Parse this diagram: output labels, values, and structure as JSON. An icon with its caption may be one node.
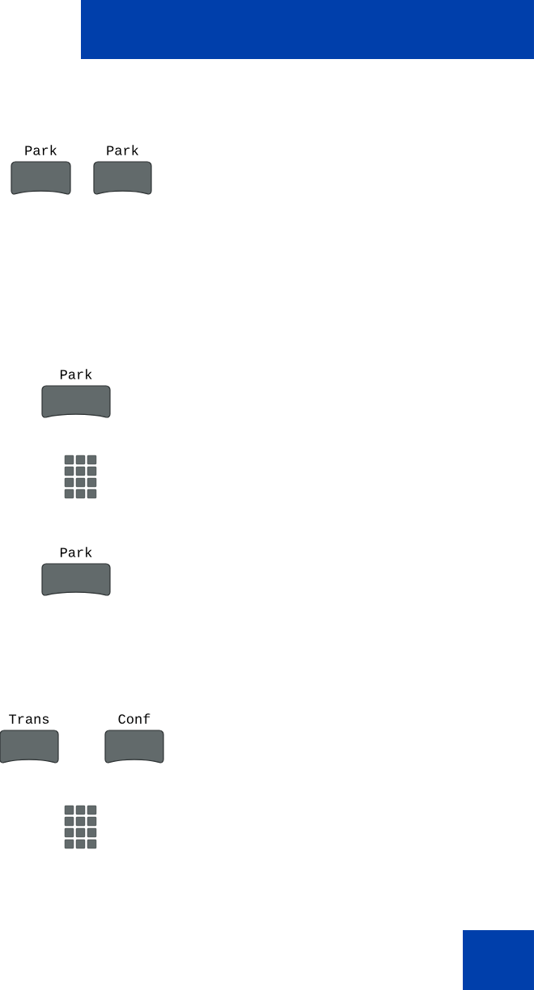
{
  "diagram": {
    "nodes": [
      {
        "text": [
          "Park"
        ]
      },
      {
        "text": [
          "Park"
        ]
      },
      {
        "text": [
          "Park"
        ]
      },
      {
        "text": [
          "Park"
        ]
      },
      {
        "text": [
          "Trans"
        ]
      },
      {
        "text": [
          "Conf"
        ]
      }
    ]
  }
}
